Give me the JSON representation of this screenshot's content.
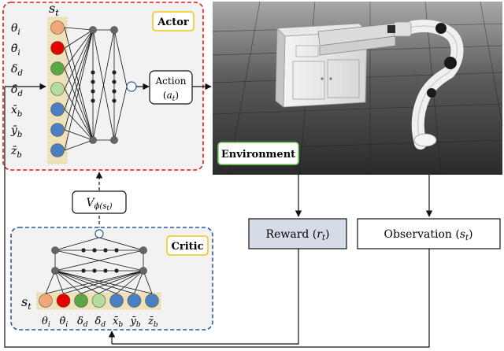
{
  "actor": {
    "title": "Actor",
    "state_label": "s",
    "state_sub": "t",
    "inputs": [
      {
        "sym": "θ",
        "sub": "i",
        "color": "#f0a878"
      },
      {
        "sym": "θ̇",
        "sub": "i",
        "color": "#e60000"
      },
      {
        "sym": "δ",
        "sub": "d",
        "color": "#5aa845"
      },
      {
        "sym": "δ̇",
        "sub": "d",
        "color": "#b5dca0"
      },
      {
        "sym": "x̄",
        "sub": "b",
        "color": "#4a7fc1"
      },
      {
        "sym": "ȳ",
        "sub": "b",
        "color": "#4a7fc1"
      },
      {
        "sym": "z̄",
        "sub": "b",
        "color": "#4a7fc1"
      }
    ],
    "action_label": "Action",
    "action_sym": "a",
    "action_sub": "t"
  },
  "value": {
    "sym": "V",
    "sub": "ϕ(s",
    "sub_t": "t",
    "close": ")"
  },
  "critic": {
    "title": "Critic",
    "state_label": "s",
    "state_sub": "t",
    "inputs": [
      {
        "sym": "θ",
        "sub": "i",
        "color": "#f0a878"
      },
      {
        "sym": "θ̇",
        "sub": "i",
        "color": "#e60000"
      },
      {
        "sym": "δ",
        "sub": "d",
        "color": "#5aa845"
      },
      {
        "sym": "δ̇",
        "sub": "d",
        "color": "#b5dca0"
      },
      {
        "sym": "x̄",
        "sub": "b",
        "color": "#4a7fc1"
      },
      {
        "sym": "ȳ",
        "sub": "b",
        "color": "#4a7fc1"
      },
      {
        "sym": "z̄",
        "sub": "b",
        "color": "#4a7fc1"
      }
    ]
  },
  "environment": {
    "label": "Environment"
  },
  "reward": {
    "label": "Reward",
    "sym": "r",
    "sub": "t"
  },
  "observation": {
    "label": "Observation",
    "sym": "s",
    "sub": "t"
  },
  "colors": {
    "actor_border": "#e8141e",
    "critic_border": "#2e5a96",
    "title_border": "#f2c318",
    "reward_fill": "#d5dce8",
    "env_green": "#7ad060"
  }
}
